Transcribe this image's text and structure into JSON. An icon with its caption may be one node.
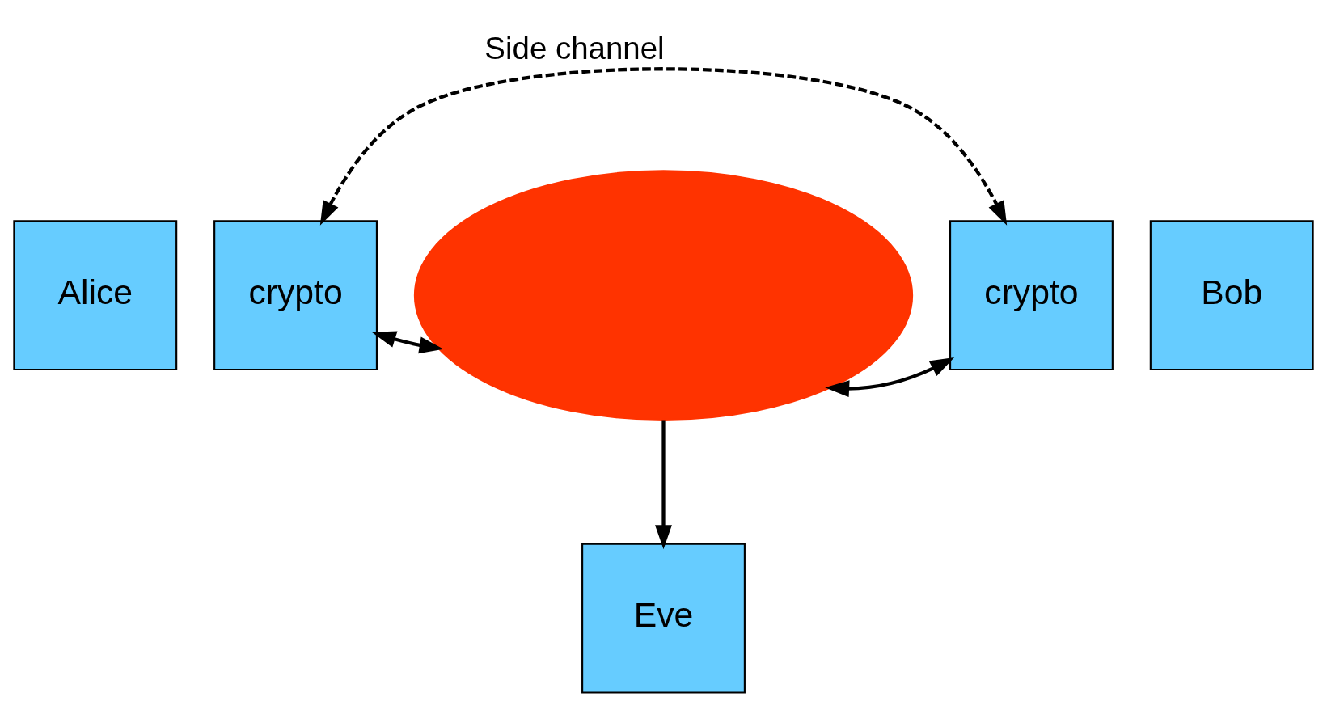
{
  "diagram": {
    "nodes": [
      {
        "text": [
          "Alice"
        ]
      },
      {
        "text": [
          "crypto"
        ]
      },
      {
        "text": [],
        "shape": "cloud"
      },
      {
        "text": [
          "crypto"
        ]
      },
      {
        "text": [
          "Bob"
        ]
      },
      {
        "text": [
          "Eve"
        ]
      }
    ],
    "edges": [
      {
        "from": 1,
        "to": 3,
        "arrow": "both",
        "style": "dashed",
        "label": "Side channel"
      },
      {
        "from": 1,
        "to": 2,
        "arrow": "both"
      },
      {
        "from": 2,
        "to": 3,
        "arrow": "both"
      },
      {
        "from": 2,
        "to": 5,
        "arrow": "to"
      }
    ]
  }
}
